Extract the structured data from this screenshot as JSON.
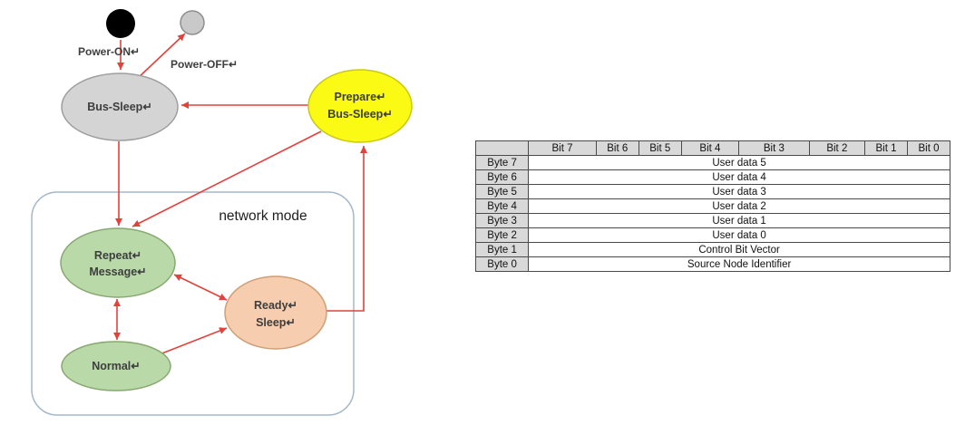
{
  "diagram": {
    "network_box_label": "network mode",
    "labels": {
      "power_on": "Power-ON↵",
      "power_off": "Power-OFF↵",
      "bus_sleep": "Bus-Sleep↵",
      "prepare_line1": "Prepare↵",
      "prepare_line2": "Bus-Sleep↵",
      "repeat_line1": "Repeat↵",
      "repeat_line2": "Message↵",
      "ready_line1": "Ready↵",
      "ready_line2": "Sleep↵",
      "normal": "Normal↵"
    },
    "colors": {
      "arrow": "#e2423b",
      "initial_fill": "#000000",
      "final_fill": "#c9c9c9",
      "bus_sleep_fill": "#d4d4d4",
      "prepare_fill": "#fafa14",
      "green_fill": "#b9d9a8",
      "ready_fill": "#f6cdae"
    }
  },
  "table": {
    "corner": "",
    "bit_headers": [
      "Bit 7",
      "Bit 6",
      "Bit 5",
      "Bit 4",
      "Bit 3",
      "Bit 2",
      "Bit 1",
      "Bit 0"
    ],
    "rows": [
      {
        "byte": "Byte 7",
        "value": "User data 5"
      },
      {
        "byte": "Byte 6",
        "value": "User data 4"
      },
      {
        "byte": "Byte 5",
        "value": "User data 3"
      },
      {
        "byte": "Byte 4",
        "value": "User data 2"
      },
      {
        "byte": "Byte 3",
        "value": "User data 1"
      },
      {
        "byte": "Byte 2",
        "value": "User data 0"
      },
      {
        "byte": "Byte 1",
        "value": "Control Bit Vector"
      },
      {
        "byte": "Byte 0",
        "value": "Source Node Identifier"
      }
    ]
  }
}
